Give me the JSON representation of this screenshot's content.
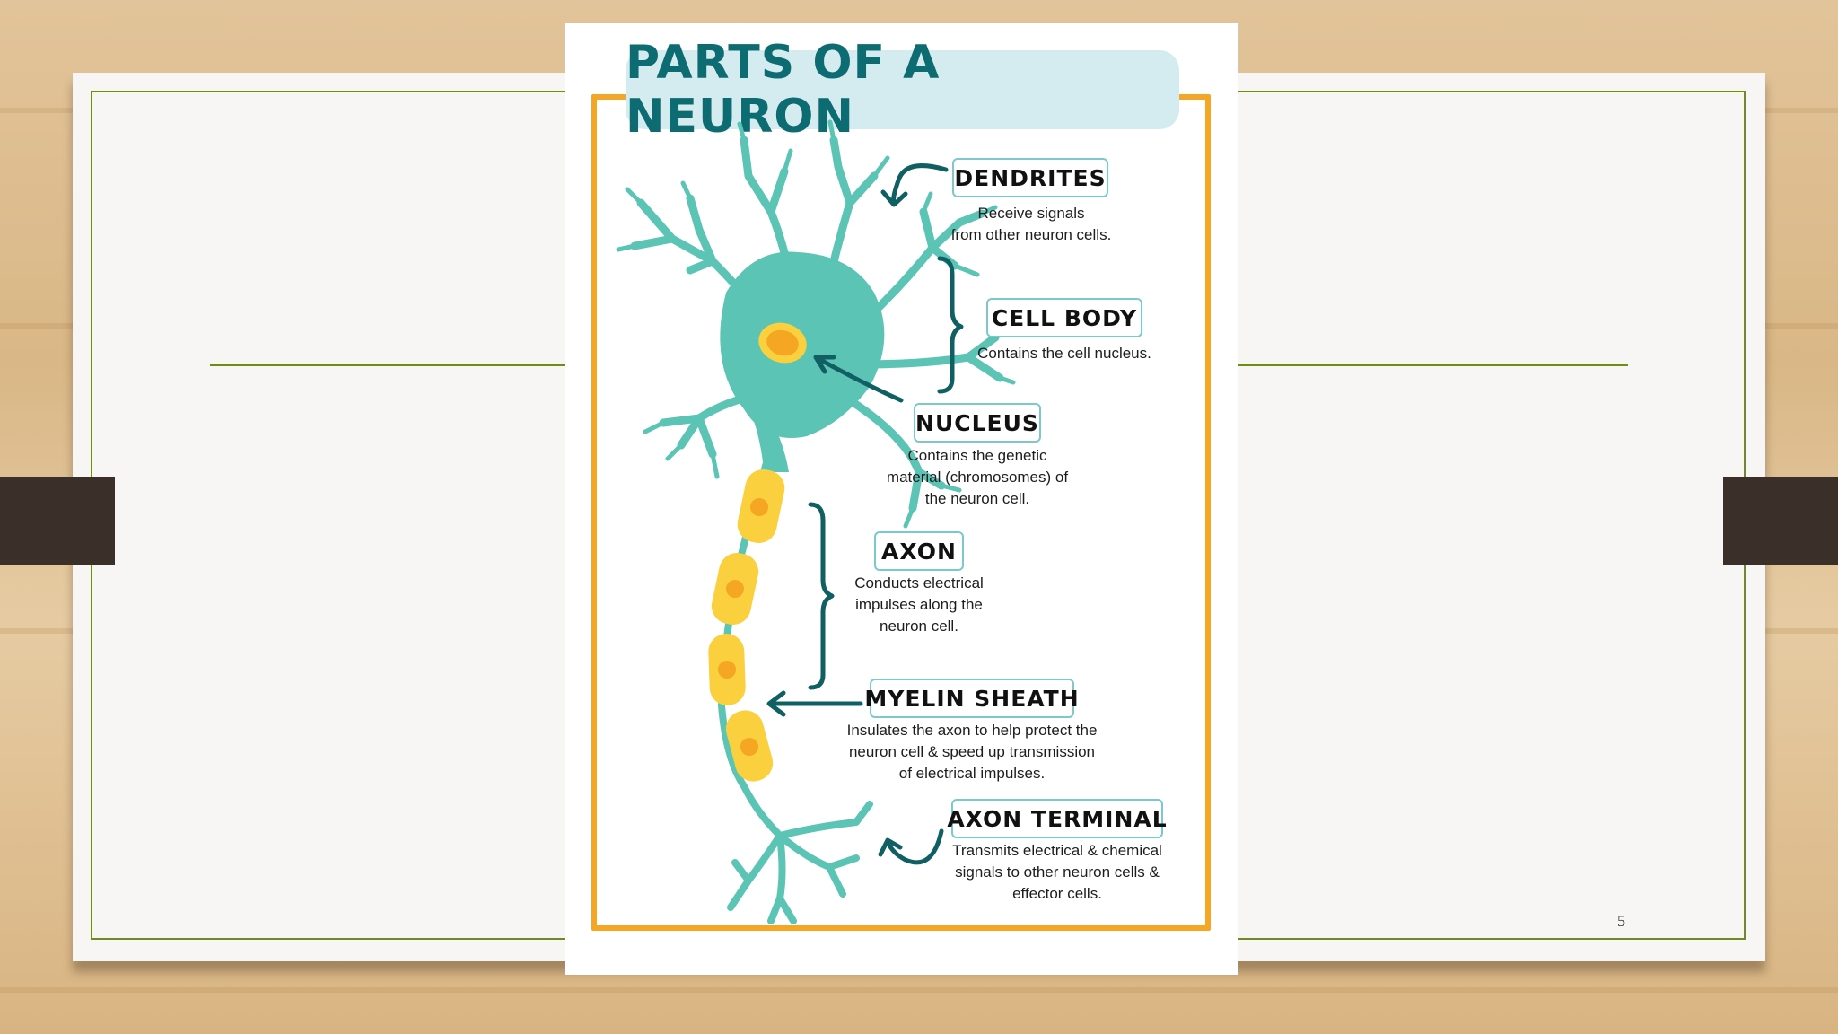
{
  "poster": {
    "title": "PARTS OF A NEURON",
    "parts": [
      {
        "name": "DENDRITES",
        "lines": [
          "Receive signals",
          "from other neuron cells."
        ]
      },
      {
        "name": "CELL BODY",
        "lines": [
          "Contains the cell nucleus."
        ]
      },
      {
        "name": "NUCLEUS",
        "lines": [
          "Contains the genetic",
          "material (chromosomes) of",
          "the neuron cell."
        ]
      },
      {
        "name": "AXON",
        "lines": [
          "Conducts electrical",
          "impulses along the",
          "neuron cell."
        ]
      },
      {
        "name": "MYELIN SHEATH",
        "lines": [
          "Insulates the axon to help protect the",
          "neuron cell & speed up transmission",
          "of electrical impulses."
        ]
      },
      {
        "name": "AXON TERMINAL",
        "lines": [
          "Transmits electrical & chemical",
          "signals to other neuron cells &",
          "effector cells."
        ]
      }
    ]
  },
  "slide": {
    "page_number": "5"
  },
  "colors": {
    "neuron": "#5cc4b5",
    "myelin": "#fbd03e",
    "nucleus": "#f5a623",
    "frame": "#f5a623",
    "title": "#0d6b72",
    "title_bg": "#d4ecef",
    "arrow": "#0f5f63",
    "slide_rule": "#6f8a1f"
  }
}
